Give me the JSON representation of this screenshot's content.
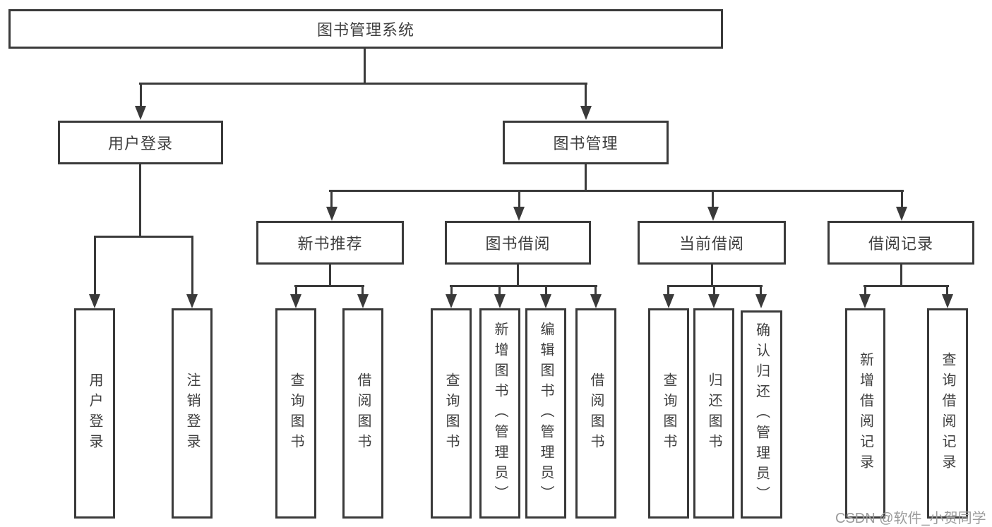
{
  "tree": {
    "root": {
      "label": "图书管理系统"
    },
    "branches": [
      {
        "label": "用户登录",
        "children": [
          {
            "label": "用户登录"
          },
          {
            "label": "注销登录"
          }
        ]
      },
      {
        "label": "图书管理",
        "children": [
          {
            "label": "新书推荐",
            "children": [
              {
                "label": "查询图书"
              },
              {
                "label": "借阅图书"
              }
            ]
          },
          {
            "label": "图书借阅",
            "children": [
              {
                "label": "查询图书"
              },
              {
                "label": "新增图书（管理员）"
              },
              {
                "label": "编辑图书（管理员）"
              },
              {
                "label": "借阅图书"
              }
            ]
          },
          {
            "label": "当前借阅",
            "children": [
              {
                "label": "查询图书"
              },
              {
                "label": "归还图书"
              },
              {
                "label": "确认归还（管理员）"
              }
            ]
          },
          {
            "label": "借阅记录",
            "children": [
              {
                "label": "新增借阅记录"
              },
              {
                "label": "查询借阅记录"
              }
            ]
          }
        ]
      }
    ]
  },
  "watermark": {
    "text": "CSDN @软件_小贺同学"
  },
  "colors": {
    "line": "#3a3a3a",
    "text": "#3f3f3f",
    "bg": "#ffffff",
    "watermark": "#9b9b9b"
  }
}
